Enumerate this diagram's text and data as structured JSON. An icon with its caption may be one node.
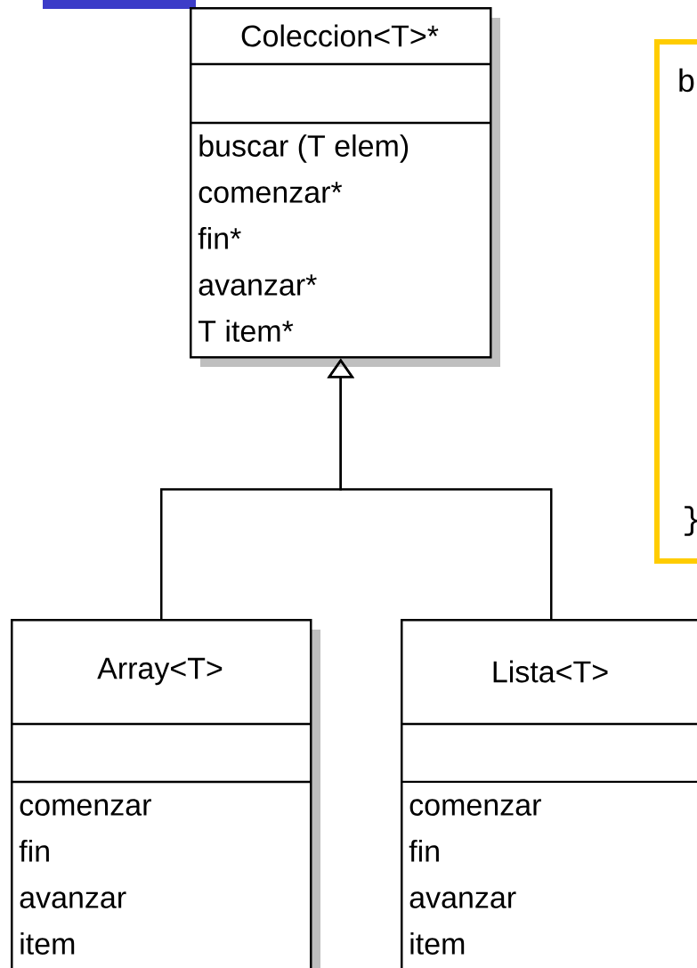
{
  "diagram": {
    "nodes": [
      {
        "text": [
          "Coleccion<T>*",
          "buscar (T elem)",
          "comenzar*",
          "fin*",
          "avanzar*",
          "T item*"
        ]
      },
      {
        "text": [
          "Array<T>",
          "comenzar",
          "fin",
          "avanzar",
          "item"
        ]
      },
      {
        "text": [
          "Lista<T>",
          "comenzar",
          "fin",
          "avanzar",
          "item"
        ]
      },
      {
        "text": [
          "b",
          "}"
        ]
      }
    ],
    "edges": [
      {
        "from": 1,
        "to": 0,
        "arrow": "to"
      },
      {
        "from": 2,
        "to": 0,
        "arrow": "to"
      }
    ]
  }
}
